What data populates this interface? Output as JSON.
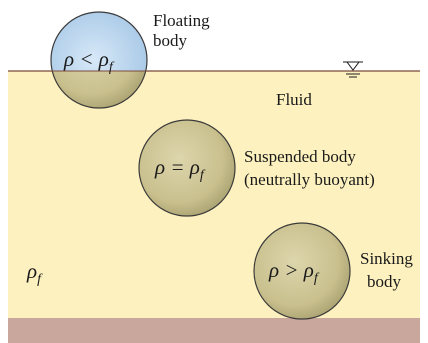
{
  "colors": {
    "fluid": "#fdf1bf",
    "floor": "#c9a79d",
    "surface_line": "#7a4a3a",
    "sphere_fill": "#cfc79a",
    "sphere_underwater": "#c5ba80",
    "sphere_air": "#bcd6ee",
    "sphere_stroke": "#3a3a3a"
  },
  "floating": {
    "math": "ρ < ρ",
    "math_sub": "f",
    "label_line1": "Floating",
    "label_line2": "body"
  },
  "fluid_label": "Fluid",
  "suspended": {
    "math": "ρ = ρ",
    "math_sub": "f",
    "label_line1": "Suspended body",
    "label_line2": "(neutrally buoyant)"
  },
  "sinking": {
    "math": "ρ > ρ",
    "math_sub": "f",
    "label_line1": "Sinking",
    "label_line2": "body"
  },
  "fluid_density": {
    "symbol": "ρ",
    "sub": "f"
  },
  "icons": {
    "surface": "free-surface-icon"
  }
}
